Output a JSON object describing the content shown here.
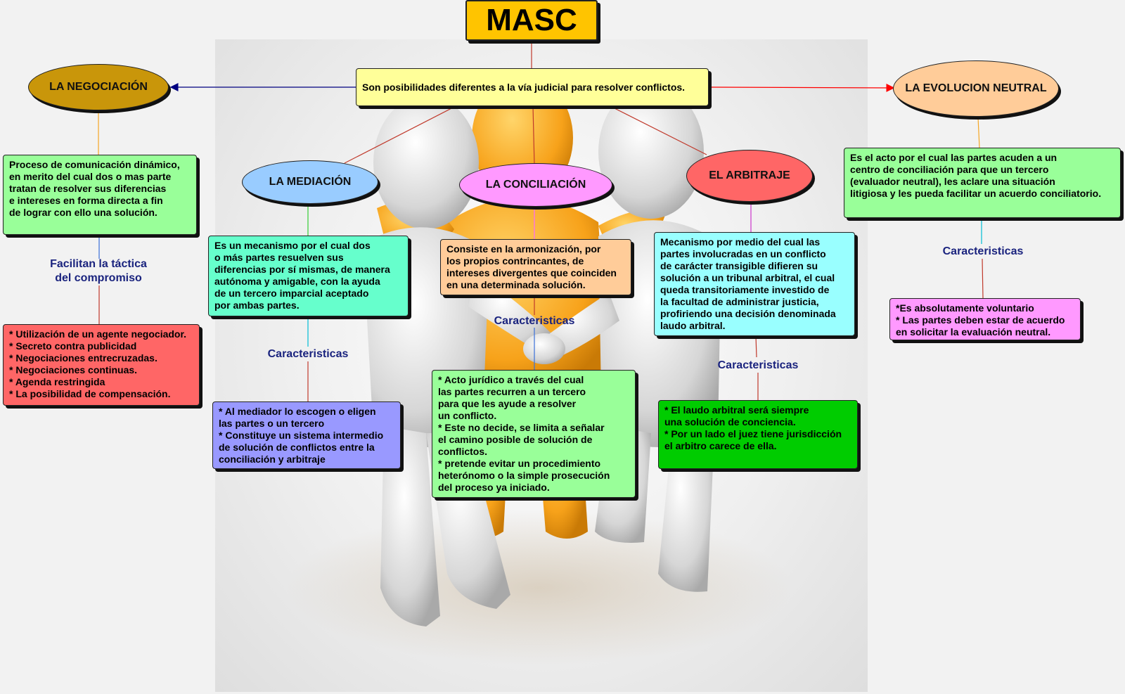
{
  "title": "MASC",
  "definition": "Son posibilidades diferentes a la vía judicial para resolver conflictos.",
  "negociacion": {
    "name": "LA NEGOCIACIÓN",
    "description": "Proceso de comunicación dinámico,\nen merito del cual dos o mas parte\ntratan de resolver sus diferencias\ne intereses en forma directa a fin\nde lograr con ello una solución.",
    "link_label": "Facilitan la táctica\ndel compromiso",
    "features": "* Utilización de un agente negociador.\n* Secreto contra publicidad\n* Negociaciones entrecruzadas.\n* Negociaciones continuas.\n* Agenda restringida\n* La posibilidad de compensación."
  },
  "mediacion": {
    "name": "LA MEDIACIÓN",
    "description": "Es un mecanismo por el cual dos\no más partes resuelven sus\ndiferencias por sí mismas, de manera\nautónoma y amigable, con la ayuda\nde un tercero imparcial aceptado\npor ambas partes.",
    "link_label": "Caracteristicas",
    "features": "* Al mediador lo escogen o eligen\n   las partes o un tercero\n* Constituye un sistema intermedio\n   de solución de conflictos entre la\n   conciliación y arbitraje"
  },
  "conciliacion": {
    "name": "LA CONCILIACIÓN",
    "description": "Consiste en la armonización, por\nlos propios contrincantes, de\nintereses divergentes que coinciden\nen una determinada solución.",
    "link_label": "Caracteristicas",
    "features": "* Acto jurídico a través del cual\n   las partes recurren a un tercero\n   para que les ayude a resolver\n   un conflicto.\n* Este no decide, se limita a señalar\n   el camino posible de solución de\n   conflictos.\n* pretende evitar un procedimiento\n   heterónomo o la simple prosecución\n   del proceso ya iniciado."
  },
  "arbitraje": {
    "name": "EL ARBITRAJE",
    "description": "Mecanismo por medio del cual las\npartes involucradas en un conflicto\nde carácter transigible difieren su\nsolución a un tribunal arbitral, el cual\nqueda transitoriamente investido de\nla facultad de administrar justicia,\nprofiriendo una decisión denominada\nlaudo arbitral.",
    "link_label": "Caracteristicas",
    "features": "* El laudo arbitral será siempre\n   una solución de conciencia.\n* Por un lado el juez tiene jurisdicción\n   el arbitro carece de ella."
  },
  "evolucion": {
    "name": "LA EVOLUCION NEUTRAL",
    "description": "Es el acto por el cual las partes acuden a un\ncentro de conciliación para que un tercero\n(evaluador neutral), les aclare una situación\nlitigiosa y les pueda facilitar un acuerdo conciliatorio.",
    "link_label": "Caracteristicas",
    "features": "*Es absolutamente voluntario\n* Las partes deben estar de acuerdo\n   en solicitar la evaluación neutral."
  },
  "colors": {
    "title": "#ffc400",
    "definition": "#ffff99",
    "negociacion_node": "#c9960a",
    "mediacion_node": "#99ccff",
    "conciliacion_node": "#ff99ff",
    "arbitraje_node": "#ff6666",
    "evolucion_node": "#ffcc99",
    "green_box": "#99ff99",
    "aqua_box": "#66ffcc",
    "orange_box": "#ffcc99",
    "cyan_box": "#99ffff",
    "red_box": "#ff6666",
    "violet_box": "#9999ff",
    "dark_green_box": "#00cc00",
    "pink_box": "#ff99ff",
    "label_text": "#1a237e"
  }
}
